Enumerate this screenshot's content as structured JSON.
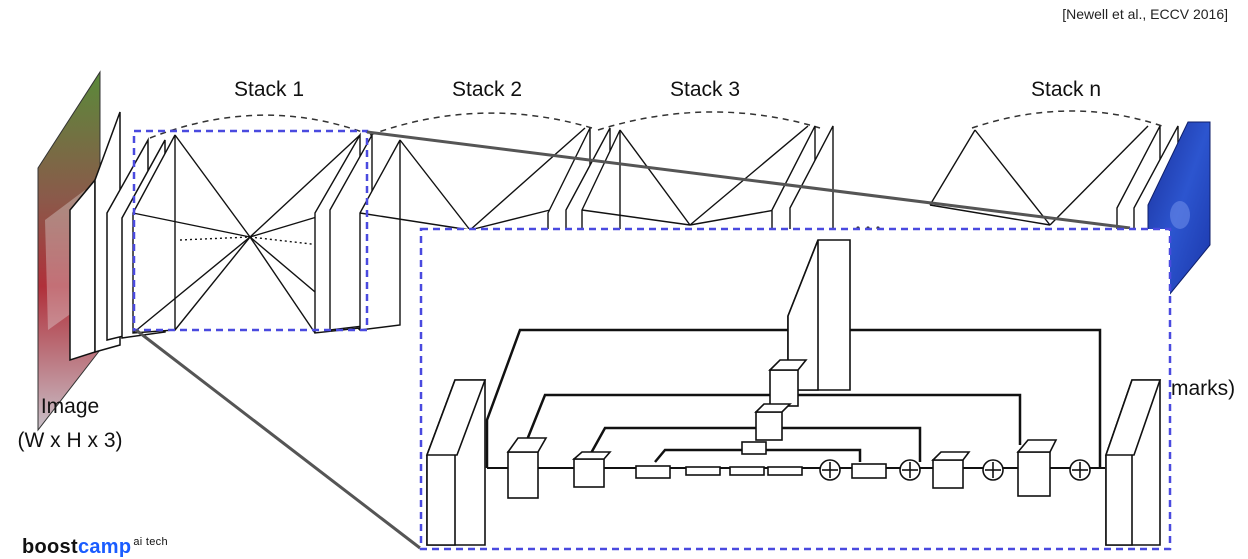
{
  "citation": "[Newell et al., ECCV 2016]",
  "stacks": [
    "Stack 1",
    "Stack 2",
    "Stack 3",
    "Stack n"
  ],
  "input_caption": {
    "line1": "Image",
    "line2": "(W x H x 3)"
  },
  "output_caption_fragment": "marks)",
  "logo": {
    "part1": "boost",
    "part2": "camp",
    "part3": "ai tech"
  },
  "colors": {
    "highlight_dash": "#4a4adf",
    "output_heatmap": "#1f3fb0",
    "logo_accent": "#1a5cff"
  }
}
